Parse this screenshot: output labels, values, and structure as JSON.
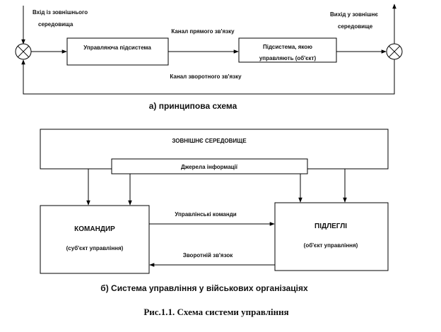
{
  "part_a": {
    "input_label_line1": "Вхід із зовнішнього",
    "input_label_line2": "середовища",
    "output_label_line1": "Вихід у зовнішнє",
    "output_label_line2": "середовище",
    "direct_channel": "Канал прямого зв'язку",
    "feedback_channel": "Канал  зворотного зв'язку",
    "control_subsystem": "Управляюча підсистема",
    "controlled_subsystem_line1": "Підсистема, якою",
    "controlled_subsystem_line2": "управляють (об'єкт)",
    "caption": "а) принципова схема"
  },
  "part_b": {
    "environment": "ЗОВНІШНЄ СЕРЕДОВИЩЕ",
    "info_sources": "Джерела інформації",
    "commander": "КОМАНДИР",
    "commander_role": "(суб'єкт  управління)",
    "subordinates": "ПІДЛЕГЛІ",
    "subordinates_role": "(об'єкт  управління)",
    "commands": "Управлінські команди",
    "feedback": "Зворотній зв'язок",
    "caption": "б) Система управління у військових організаціях"
  },
  "figure_caption": "Рис.1.1. Схема системи управління"
}
